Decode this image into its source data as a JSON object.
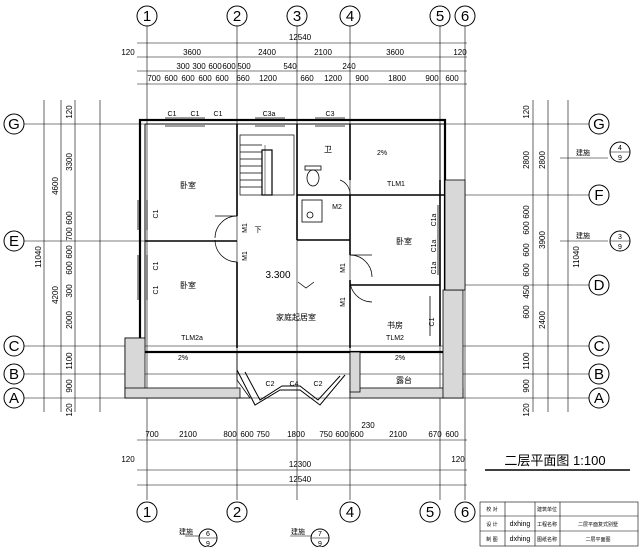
{
  "drawing_title": "二层平面图 1:100",
  "axes_vertical": [
    "1",
    "2",
    "3",
    "4",
    "5",
    "6"
  ],
  "axes_horizontal": [
    "G",
    "F",
    "E",
    "D",
    "C",
    "B",
    "A"
  ],
  "top_dims": {
    "overall": "12540",
    "row1": [
      "3600",
      "2400",
      "2100",
      "3600"
    ],
    "row2": [
      "300",
      "300",
      "600",
      "600",
      "500",
      "540",
      "240"
    ],
    "row3": [
      "700",
      "600",
      "600",
      "600",
      "600",
      "660",
      "1200",
      "660",
      "1200",
      "900",
      "1800",
      "900",
      "600"
    ],
    "end": "120"
  },
  "bottom_dims": {
    "row1": [
      "700",
      "2100",
      "800",
      "600",
      "750",
      "1800",
      "750",
      "600",
      "600",
      "2100",
      "670",
      "600"
    ],
    "total": "12300",
    "overall": "12540",
    "end": "120",
    "note": "230"
  },
  "left_dims": {
    "overall": "11040",
    "segs": [
      "3300",
      "4600",
      "700",
      "600",
      "600",
      "4200",
      "600",
      "300",
      "2000",
      "1100",
      "900",
      "120"
    ]
  },
  "right_dims": {
    "overall": "11040",
    "segs": [
      "2800",
      "2800",
      "3900",
      "600",
      "600",
      "600",
      "600",
      "450",
      "600",
      "2400",
      "1100",
      "900",
      "120"
    ]
  },
  "rooms": {
    "bed1": "卧室",
    "bed2": "卧室",
    "bed3": "卧室",
    "wc": "卫",
    "family": "家庭起居室",
    "study": "书房",
    "balcony": "露台",
    "level": "3.300"
  },
  "openings": {
    "c1": "C1",
    "c3a": "C3a",
    "c3": "C3",
    "c1a": "C1a",
    "c2": "C2",
    "c4": "C4",
    "m1": "M1",
    "m2": "M2",
    "tlm1": "TLM1",
    "tlm2": "TLM2",
    "tlm2a": "TLM2a",
    "dn": "下",
    "slope": "2%"
  },
  "section_marks": [
    {
      "label": "建施",
      "top": "4",
      "bottom": "9"
    },
    {
      "label": "建施",
      "top": "3",
      "bottom": "9"
    },
    {
      "label": "建施",
      "top": "6",
      "bottom": "9"
    },
    {
      "label": "建施",
      "top": "7",
      "bottom": "9"
    }
  ],
  "title_block": {
    "r1": "校 对",
    "r1b": "建筑单位",
    "r2": "设 计",
    "r2v": "dxhing",
    "r2c": "工程名称",
    "r2d": "二层平面复式别墅",
    "r3": "制 图",
    "r3v": "dxhing",
    "r3c": "图纸名称",
    "r3d": "二层平面图"
  }
}
